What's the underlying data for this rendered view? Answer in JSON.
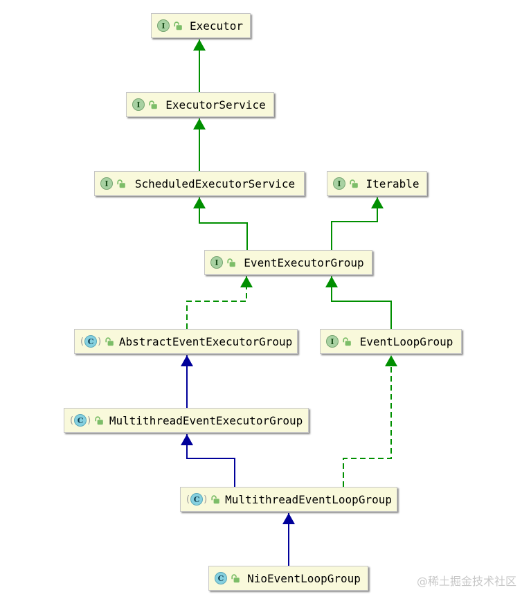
{
  "colors": {
    "edge_green": "#008f00",
    "edge_blue": "#00009a",
    "node_fill": "#f9f9db",
    "node_border": "#c6c6c6",
    "interface_icon_fill": "#a8d1a2",
    "interface_icon_border": "#76a571",
    "class_icon_fill": "#85d0df",
    "class_icon_border": "#5ba8ba",
    "lock_green": "#7cbd68",
    "watermark_gray": "#c8c8c8"
  },
  "diagram": {
    "watermark": "@稀土掘金技术社区",
    "nodes": [
      {
        "label": "Executor",
        "kind": "interface",
        "icon_letter": "I"
      },
      {
        "label": "ExecutorService",
        "kind": "interface",
        "icon_letter": "I"
      },
      {
        "label": "ScheduledExecutorService",
        "kind": "interface",
        "icon_letter": "I"
      },
      {
        "label": "Iterable",
        "kind": "interface",
        "icon_letter": "I"
      },
      {
        "label": "EventExecutorGroup",
        "kind": "interface",
        "icon_letter": "I"
      },
      {
        "label": "AbstractEventExecutorGroup",
        "kind": "abstract-class",
        "icon_letter": "C"
      },
      {
        "label": "EventLoopGroup",
        "kind": "interface",
        "icon_letter": "I"
      },
      {
        "label": "MultithreadEventExecutorGroup",
        "kind": "abstract-class",
        "icon_letter": "C"
      },
      {
        "label": "MultithreadEventLoopGroup",
        "kind": "abstract-class",
        "icon_letter": "C"
      },
      {
        "label": "NioEventLoopGroup",
        "kind": "class",
        "icon_letter": "C"
      }
    ],
    "edges": [
      {
        "from": "ExecutorService",
        "to": "Executor",
        "relation": "extends",
        "line": "solid-green"
      },
      {
        "from": "ScheduledExecutorService",
        "to": "ExecutorService",
        "relation": "extends",
        "line": "solid-green"
      },
      {
        "from": "EventExecutorGroup",
        "to": "ScheduledExecutorService",
        "relation": "extends",
        "line": "solid-green"
      },
      {
        "from": "EventExecutorGroup",
        "to": "Iterable",
        "relation": "extends",
        "line": "solid-green"
      },
      {
        "from": "AbstractEventExecutorGroup",
        "to": "EventExecutorGroup",
        "relation": "implements",
        "line": "dashed-green"
      },
      {
        "from": "EventLoopGroup",
        "to": "EventExecutorGroup",
        "relation": "extends",
        "line": "solid-green"
      },
      {
        "from": "MultithreadEventExecutorGroup",
        "to": "AbstractEventExecutorGroup",
        "relation": "extends",
        "line": "solid-blue"
      },
      {
        "from": "MultithreadEventLoopGroup",
        "to": "MultithreadEventExecutorGroup",
        "relation": "extends",
        "line": "solid-blue"
      },
      {
        "from": "MultithreadEventLoopGroup",
        "to": "EventLoopGroup",
        "relation": "implements",
        "line": "dashed-green"
      },
      {
        "from": "NioEventLoopGroup",
        "to": "MultithreadEventLoopGroup",
        "relation": "extends",
        "line": "solid-blue"
      }
    ]
  }
}
